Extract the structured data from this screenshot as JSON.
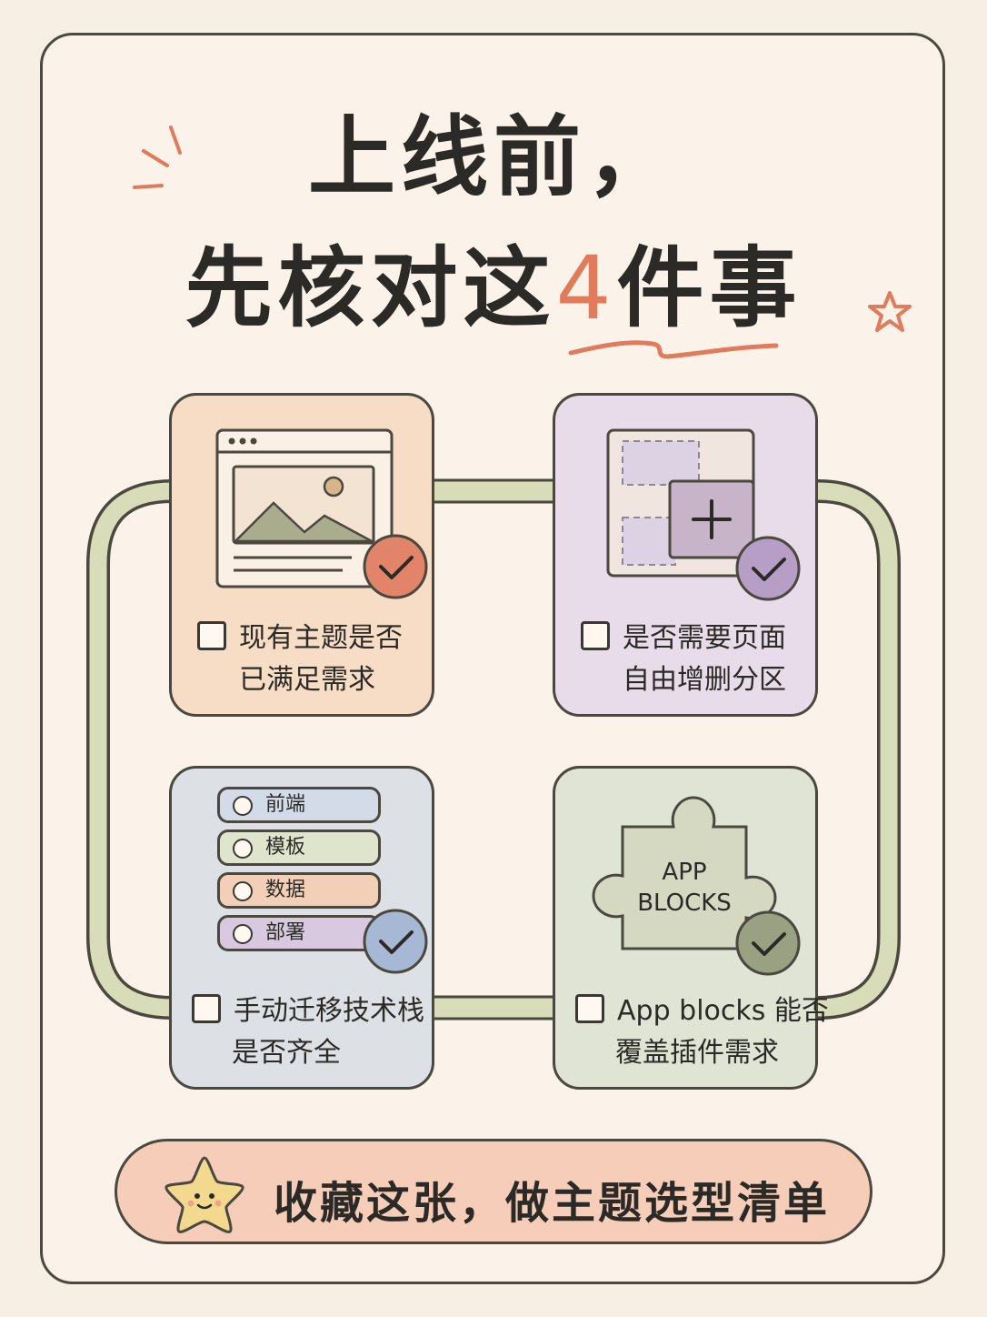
{
  "title": {
    "line1": "上线前，",
    "line2_before": "先核对这",
    "line2_number": "4",
    "line2_after": "件事"
  },
  "colors": {
    "accent": "#e07b5c",
    "card1": "#f7dcc6",
    "card2": "#e8dcea",
    "card3": "#dde1e6",
    "card4": "#e0e4d4",
    "banner": "#f5cdb8",
    "connector": "#d9dcb8"
  },
  "cards": [
    {
      "icon": "browser-image-icon",
      "line1": "现有主题是否",
      "line2": "已满足需求"
    },
    {
      "icon": "layout-add-section-icon",
      "line1": "是否需要页面",
      "line2": "自由增删分区"
    },
    {
      "icon": "tech-stack-icon",
      "line1": "手动迁移技术栈",
      "line2": "是否齐全",
      "stack": [
        "前端",
        "模板",
        "数据",
        "部署"
      ]
    },
    {
      "icon": "puzzle-piece-icon",
      "puzzle_line1": "APP",
      "puzzle_line2": "BLOCKS",
      "line1": "App blocks 能否",
      "line2": "覆盖插件需求"
    }
  ],
  "banner": {
    "icon": "smiling-star-icon",
    "text": "收藏这张，做主题选型清单"
  }
}
